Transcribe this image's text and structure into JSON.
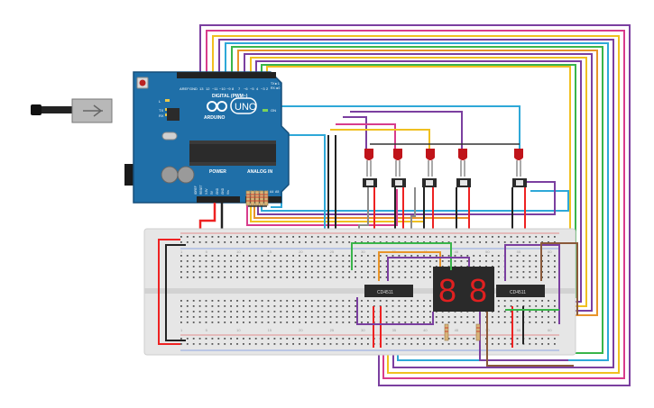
{
  "arduino": {
    "brand": "ARDUINO",
    "model": "UNO",
    "digital_header": "DIGITAL (PWM~)",
    "power_header": "POWER",
    "analog_header": "ANALOG IN",
    "on_label": "ON",
    "tx_label": "TX",
    "rx_label": "RX",
    "l_label": "L",
    "aref_label": "AREF",
    "gnd_label": "GND",
    "pin13": "13",
    "pin12": "12",
    "pin11": "~11",
    "pin10": "~10",
    "pin9": "~9",
    "pin8": "8",
    "pin7": "7",
    "pin6": "~6",
    "pin5": "~5",
    "pin4": "4",
    "pin3": "~3",
    "pin2": "2",
    "pin1": "TX►1",
    "pin0": "RX◄0",
    "ioref": "IOREF",
    "reset": "RESET",
    "v33": "3.3V",
    "v5": "5V",
    "gnd1": "GND",
    "gnd2": "GND",
    "vin": "Vin",
    "a0": "A0",
    "a1": "A1",
    "a2": "A2",
    "a3": "A3",
    "a4": "A4",
    "a5": "A5",
    "colors": {
      "board": "#1f6fa8",
      "edge": "#164f7a",
      "chip": "#2b2b2b"
    }
  },
  "breadboard": {
    "column_numbers": [
      "1",
      "5",
      "10",
      "15",
      "20",
      "25",
      "30",
      "35",
      "40",
      "45",
      "50",
      "55",
      "60"
    ],
    "color": "#e6e6e6"
  },
  "decoders": [
    {
      "label": "CD4511"
    },
    {
      "label": "CD4511"
    }
  ],
  "display": {
    "digit_color": "#e02020",
    "segments_on": "8"
  },
  "leds": {
    "count": 5,
    "color": "#c0141a"
  },
  "buttons": {
    "count": 5
  },
  "wire_colors": [
    "#7b3fa0",
    "#f0c020",
    "#2ea8d8",
    "#39b54a",
    "#d83c8c",
    "#e8942a",
    "#8a5a3a",
    "#e22",
    "#222",
    "#8c8c8c"
  ]
}
